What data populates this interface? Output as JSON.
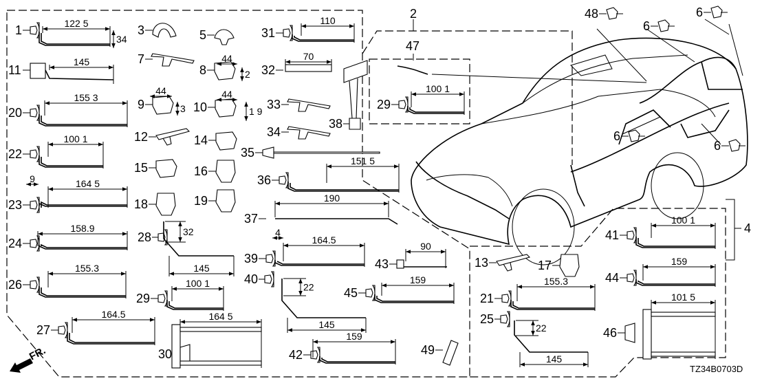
{
  "diagram_code": "TZ34B0703D",
  "direction_marker": "FR.",
  "groups": {
    "g2": "2",
    "g4": "4",
    "g47": "47"
  },
  "parts": {
    "p1": {
      "number": "1",
      "dims": [
        "122 5",
        "34"
      ]
    },
    "p3": {
      "number": "3",
      "dims": []
    },
    "p5": {
      "number": "5",
      "dims": []
    },
    "p6a": {
      "number": "6",
      "dims": []
    },
    "p6b": {
      "number": "6",
      "dims": []
    },
    "p6c": {
      "number": "6",
      "dims": []
    },
    "p6d": {
      "number": "6",
      "dims": []
    },
    "p7": {
      "number": "7",
      "dims": []
    },
    "p8": {
      "number": "8",
      "dims": [
        "44",
        "2"
      ]
    },
    "p9": {
      "number": "9",
      "dims": [
        "44",
        "3"
      ]
    },
    "p10": {
      "number": "10",
      "dims": [
        "44",
        "1 9"
      ]
    },
    "p11": {
      "number": "11",
      "dims": [
        "145"
      ]
    },
    "p12": {
      "number": "12",
      "dims": []
    },
    "p13": {
      "number": "13",
      "dims": []
    },
    "p14": {
      "number": "14",
      "dims": []
    },
    "p15": {
      "number": "15",
      "dims": []
    },
    "p16": {
      "number": "16",
      "dims": []
    },
    "p17": {
      "number": "17",
      "dims": []
    },
    "p18": {
      "number": "18",
      "dims": []
    },
    "p19": {
      "number": "19",
      "dims": []
    },
    "p20": {
      "number": "20",
      "dims": [
        "155 3"
      ]
    },
    "p21": {
      "number": "21",
      "dims": [
        "155.3"
      ]
    },
    "p22": {
      "number": "22",
      "dims": [
        "100 1"
      ]
    },
    "p23": {
      "number": "23",
      "dims": [
        "164 5",
        "9"
      ]
    },
    "p24": {
      "number": "24",
      "dims": [
        "158.9"
      ]
    },
    "p25": {
      "number": "25",
      "dims": [
        "145",
        "22"
      ]
    },
    "p26": {
      "number": "26",
      "dims": [
        "155.3"
      ]
    },
    "p27": {
      "number": "27",
      "dims": [
        "164.5"
      ]
    },
    "p28": {
      "number": "28",
      "dims": [
        "145",
        "32"
      ]
    },
    "p29a": {
      "number": "29",
      "dims": [
        "100 1"
      ]
    },
    "p29b": {
      "number": "29",
      "dims": [
        "100 1"
      ]
    },
    "p30": {
      "number": "30",
      "dims": [
        "164 5"
      ]
    },
    "p31": {
      "number": "31",
      "dims": [
        "110"
      ]
    },
    "p32": {
      "number": "32",
      "dims": [
        "70"
      ]
    },
    "p33": {
      "number": "33",
      "dims": []
    },
    "p34": {
      "number": "34",
      "dims": []
    },
    "p35": {
      "number": "35",
      "dims": []
    },
    "p36": {
      "number": "36",
      "dims": [
        "151 5"
      ]
    },
    "p37": {
      "number": "37",
      "dims": [
        "190"
      ]
    },
    "p38": {
      "number": "38",
      "dims": []
    },
    "p39": {
      "number": "39",
      "dims": [
        "164.5",
        "4"
      ]
    },
    "p40": {
      "number": "40",
      "dims": [
        "145",
        "22"
      ]
    },
    "p41": {
      "number": "41",
      "dims": [
        "100 1"
      ]
    },
    "p42": {
      "number": "42",
      "dims": [
        "159"
      ]
    },
    "p43": {
      "number": "43",
      "dims": [
        "90"
      ]
    },
    "p44": {
      "number": "44",
      "dims": [
        "159"
      ]
    },
    "p45": {
      "number": "45",
      "dims": [
        "159"
      ]
    },
    "p46": {
      "number": "46",
      "dims": [
        "101 5"
      ]
    },
    "p48": {
      "number": "48",
      "dims": []
    },
    "p49": {
      "number": "49",
      "dims": []
    }
  }
}
